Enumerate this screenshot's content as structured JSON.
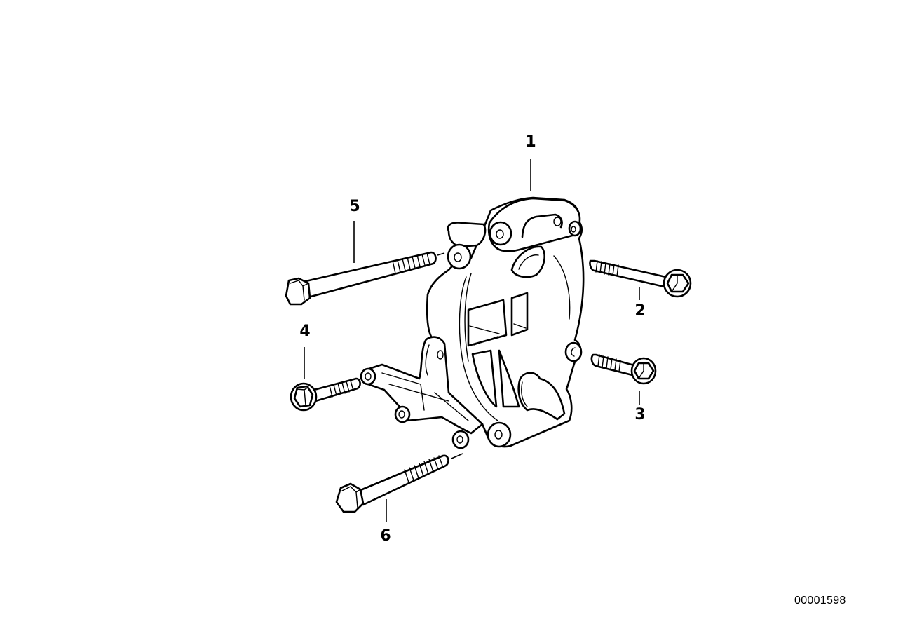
{
  "diagram": {
    "type": "exploded-parts-diagram",
    "diagram_number": "00001598",
    "callouts": [
      {
        "label": "1",
        "part": "bracket"
      },
      {
        "label": "2",
        "part": "hex-flange-bolt"
      },
      {
        "label": "3",
        "part": "hex-flange-bolt"
      },
      {
        "label": "4",
        "part": "hex-flange-bolt"
      },
      {
        "label": "5",
        "part": "hex-bolt-long"
      },
      {
        "label": "6",
        "part": "hex-bolt-long"
      }
    ],
    "colors": {
      "line": "#000000",
      "background": "#ffffff"
    }
  }
}
